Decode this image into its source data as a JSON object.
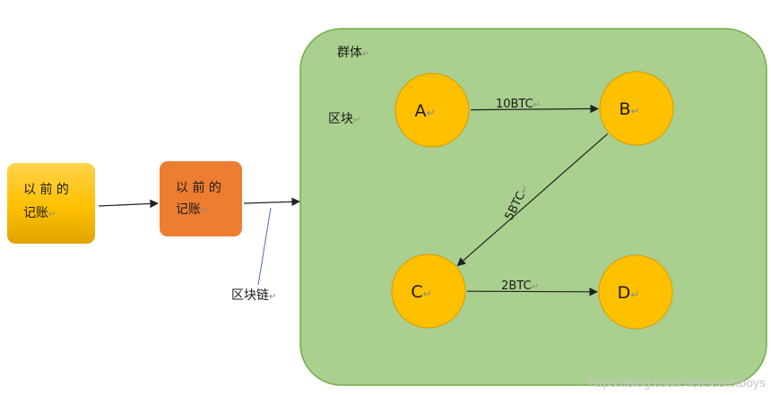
{
  "group": {
    "label": "群体",
    "color": "#a9d08e",
    "border": "#70ad47"
  },
  "block_label": "区块",
  "chain_label": "区块链",
  "return_mark": "↵",
  "ledgers": [
    {
      "line1": "以 前 的",
      "line2": "记账",
      "color": "#ffc000"
    },
    {
      "line1": "以 前 的",
      "line2": "记账",
      "color": "#ed7d31"
    }
  ],
  "nodes": [
    {
      "id": "A",
      "label": "A"
    },
    {
      "id": "B",
      "label": "B"
    },
    {
      "id": "C",
      "label": "C"
    },
    {
      "id": "D",
      "label": "D"
    }
  ],
  "node_color": "#ffc000",
  "node_border": "#d99a00",
  "edges": [
    {
      "from": "A",
      "to": "B",
      "label": "10BTC"
    },
    {
      "from": "B",
      "to": "C",
      "label": "5BTC"
    },
    {
      "from": "C",
      "to": "D",
      "label": "2BTC"
    }
  ],
  "watermark": "https://blog.csdn.net/secretboys"
}
